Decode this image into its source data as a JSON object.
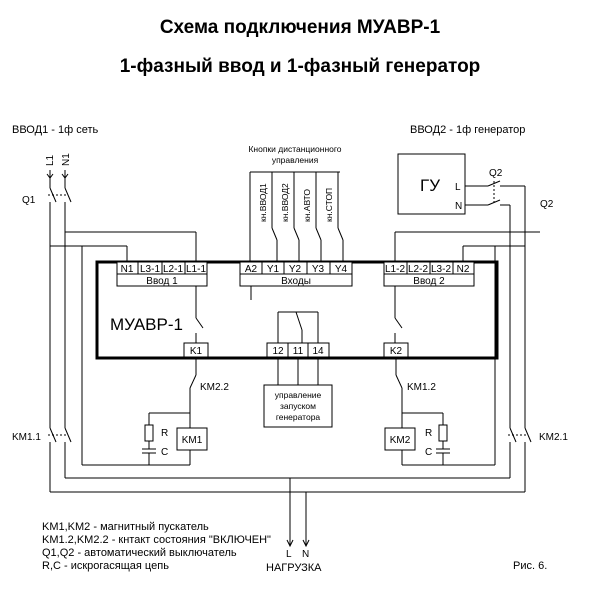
{
  "title_line1": "Схема подключения МУАВР-1",
  "title_line2": "1-фазный ввод и 1-фазный генератор",
  "input1_label": "ВВОД1 - 1ф сеть",
  "input2_label": "ВВОД2 - 1ф генератор",
  "remote_buttons_label_1": "Кнопки дистанционного",
  "remote_buttons_label_2": "управления",
  "buttons": [
    "кн.ВВОД1",
    "кн.ВВОД2",
    "кн.АВТО",
    "кн.СТОП"
  ],
  "generator_unit": "ГУ",
  "gen_L": "L",
  "gen_N": "N",
  "L1": "L1",
  "N1": "N1",
  "Q1": "Q1",
  "Q2_top": "Q2",
  "Q2_side": "Q2",
  "device_name": "МУАВР-1",
  "terminals_input1": [
    "N1",
    "L3-1",
    "L2-1",
    "L1-1"
  ],
  "group_input1": "Ввод 1",
  "terminals_inputs": [
    "A2",
    "Y1",
    "Y2",
    "Y3",
    "Y4"
  ],
  "group_inputs": "Входы",
  "terminals_input2": [
    "L1-2",
    "L2-2",
    "L3-2",
    "N2"
  ],
  "group_input2": "Ввод 2",
  "k1": "K1",
  "k2": "K2",
  "gen_terminals": [
    "12",
    "11",
    "14"
  ],
  "gen_control_1": "управление",
  "gen_control_2": "запуском",
  "gen_control_3": "генератора",
  "km22": "KM2.2",
  "km12": "KM1.2",
  "km11": "KM1.1",
  "km21": "KM2.1",
  "km1": "KM1",
  "km2": "KM2",
  "r_left": "R",
  "c_left": "C",
  "r_right": "R",
  "c_right": "C",
  "load_L": "L",
  "load_N": "N",
  "load_label": "НАГРУЗКА",
  "legend": [
    "KM1,KM2 - магнитный пускатель",
    "KM1.2,KM2.2 - кнтакт состояния \"ВКЛЮЧЕН\"",
    "Q1,Q2 - автоматический выключатель",
    "R,C - искрогасящая цепь"
  ],
  "fig_label": "Рис. 6."
}
